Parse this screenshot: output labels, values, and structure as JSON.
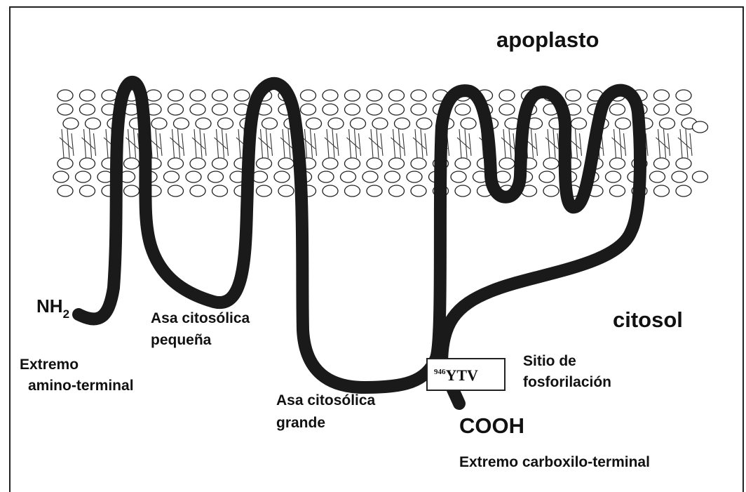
{
  "labels": {
    "apoplasto": "apoplasto",
    "citosol": "citosol",
    "nh": "NH",
    "nh_sub": "2",
    "extremo_amino_1": "Extremo",
    "extremo_amino_2": "amino-terminal",
    "asa_pequena_1": "Asa citosólica",
    "asa_pequena_2": "pequeña",
    "asa_grande_1": "Asa citosólica",
    "asa_grande_2": "grande",
    "box_sup": "946",
    "box_main": "YTV",
    "sitio_1": "Sitio de",
    "sitio_2": "fosforilación",
    "cooh": "COOH",
    "extremo_carboxilo": "Extremo carboxilo-terminal"
  }
}
